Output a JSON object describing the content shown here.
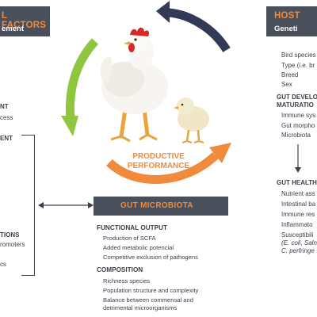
{
  "colors": {
    "header_bg": "#4a4f5c",
    "accent_orange": "#f08a3c",
    "accent_green": "#8ec63f",
    "arrow_navy": "#343a56",
    "text": "#3a3f4a"
  },
  "left_header": {
    "title": "L FACTORS",
    "subtitle": "ement"
  },
  "right_header": {
    "title": "HOST",
    "subtitle": "Geneti"
  },
  "left_fragments": [
    {
      "text": "NT",
      "bold": true
    },
    {
      "text": "cess",
      "bold": false
    },
    {
      "text": "ENT",
      "bold": true
    },
    {
      "text": "TIONS",
      "bold": true
    },
    {
      "text": "romoters",
      "bold": false
    },
    {
      "text": "cs",
      "bold": false
    }
  ],
  "right_list_1": [
    "Bird species",
    "Type (i.e. br",
    "Breed",
    "Sex"
  ],
  "right_section_2": {
    "title_lines": [
      "GUT DEVELO",
      "MATURATIO"
    ],
    "items": [
      "Immune sys",
      "Gut morpho",
      "Microbiota"
    ]
  },
  "right_section_3": {
    "title": "GUT HEALTH",
    "items": [
      "Nutrient ass",
      "Intestinal ba",
      "Immune res",
      "Inflammato",
      "Susceptibili"
    ],
    "italic_lines": [
      "(E. coli, Saln",
      "C. perfringe"
    ]
  },
  "center_label": {
    "line1": "PRODUCTIVE",
    "line2": "PERFORMANCE"
  },
  "gut_microbiota": {
    "title": "GUT MICROBIOTA",
    "functional_output": {
      "title": "FUNCTIONAL OUTPUT",
      "items": [
        "Production of SCFA",
        "Added metabolic potencial",
        "Competitive exclusion of pathogens"
      ]
    },
    "composition": {
      "title": "COMPOSITION",
      "items": [
        "Richness species",
        "Population structure and complexity",
        "Balance between commensal and",
        "detrimental microorganisms"
      ]
    }
  }
}
